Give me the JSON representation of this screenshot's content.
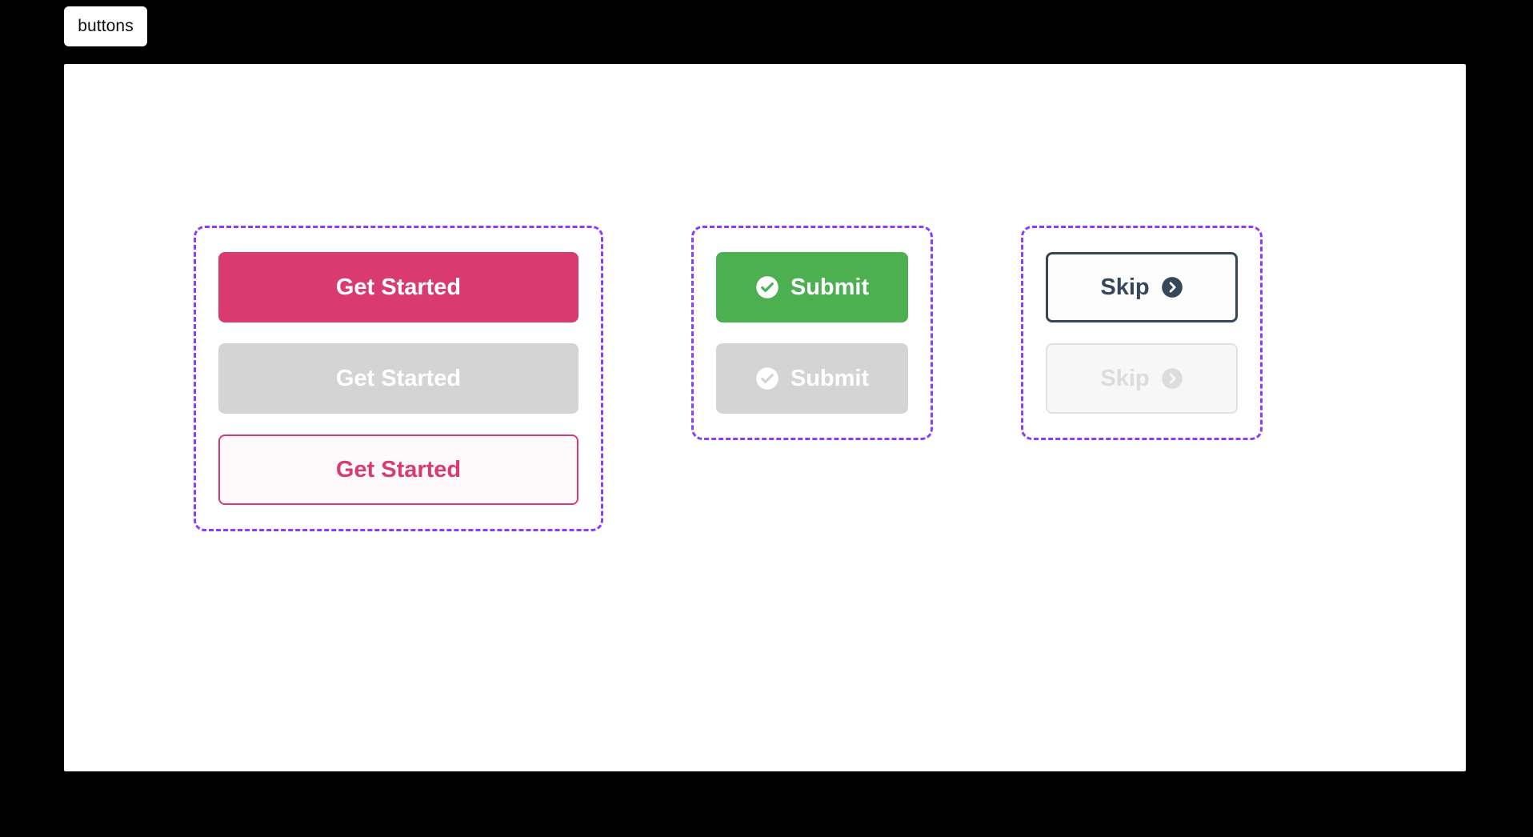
{
  "window": {
    "background_color": "#000000",
    "canvas_color": "#ffffff"
  },
  "tab_bar": {
    "tabs": [
      {
        "label": "buttons",
        "active": true
      }
    ]
  },
  "colors": {
    "primary_pink": "#D93B70",
    "success_green": "#4CAF50",
    "dark_slate": "#37475A",
    "disabled_fill": "#D4D4D4",
    "disabled_text": "#DCDCDC",
    "group_outline_purple": "#8B3DFF"
  },
  "groups": [
    {
      "name": "get-started-group",
      "buttons": [
        {
          "label": "Get Started",
          "variant": "primary-filled",
          "state": "enabled",
          "icon": null
        },
        {
          "label": "Get Started",
          "variant": "primary-filled",
          "state": "disabled",
          "icon": null
        },
        {
          "label": "Get Started",
          "variant": "primary-outline",
          "state": "enabled",
          "icon": null
        }
      ]
    },
    {
      "name": "submit-group",
      "buttons": [
        {
          "label": "Submit",
          "variant": "success-filled",
          "state": "enabled",
          "icon": "check-circle-icon"
        },
        {
          "label": "Submit",
          "variant": "success-filled",
          "state": "disabled",
          "icon": "check-circle-icon"
        }
      ]
    },
    {
      "name": "skip-group",
      "buttons": [
        {
          "label": "Skip",
          "variant": "outline-dark",
          "state": "enabled",
          "icon": "chevron-right-circle-icon"
        },
        {
          "label": "Skip",
          "variant": "outline-dark",
          "state": "disabled",
          "icon": "chevron-right-circle-icon"
        }
      ]
    }
  ]
}
